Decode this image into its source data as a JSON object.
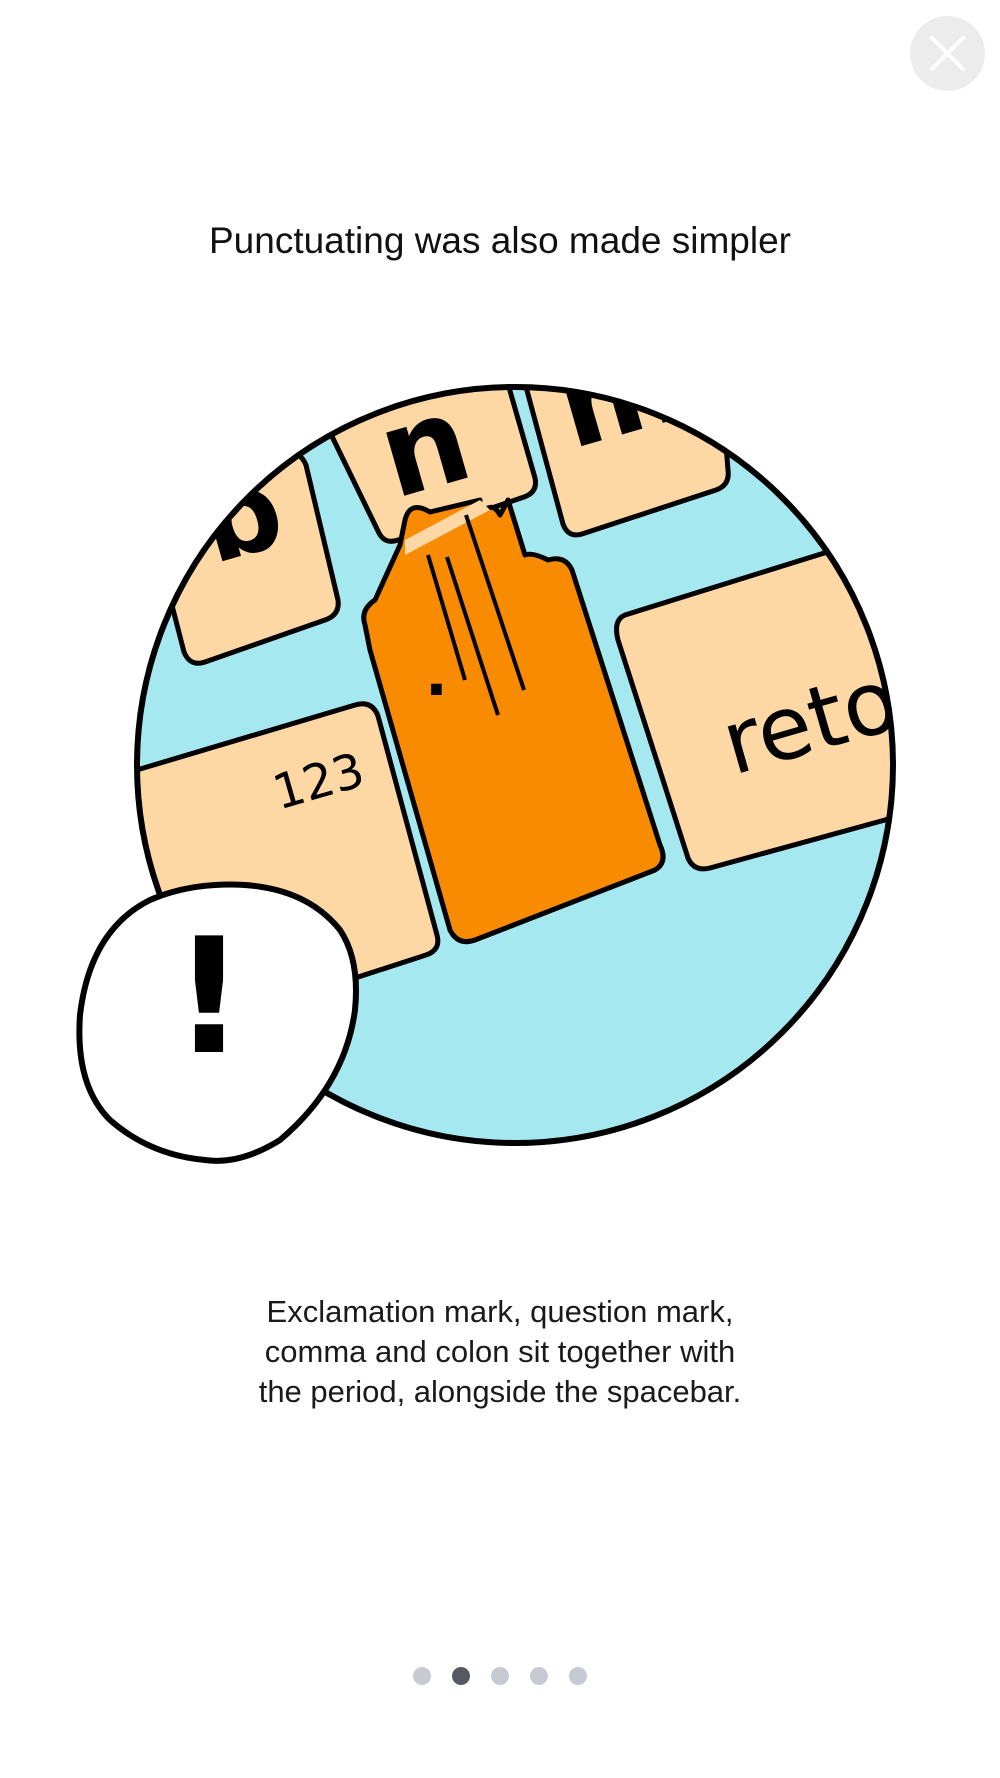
{
  "title": "Punctuating was also made simpler",
  "description": [
    "Exclamation mark, question mark,",
    "comma and colon sit together with",
    "the period, alongside the spacebar."
  ],
  "illustration": {
    "keys": {
      "b": "b",
      "n": "n",
      "m": "m",
      "period": ".",
      "numbers": "123",
      "return": "reto"
    },
    "badge_symbol": "!",
    "colors": {
      "background": "#a6e8ef",
      "key": "#fdd7a4",
      "highlight": "#f88b00",
      "outline": "#000000"
    }
  },
  "pager": {
    "count": 5,
    "active": 1,
    "active_color": "#555a60",
    "inactive_color": "#c7cbd1"
  },
  "close": {
    "icon": "close-icon",
    "background": "#ececec"
  }
}
